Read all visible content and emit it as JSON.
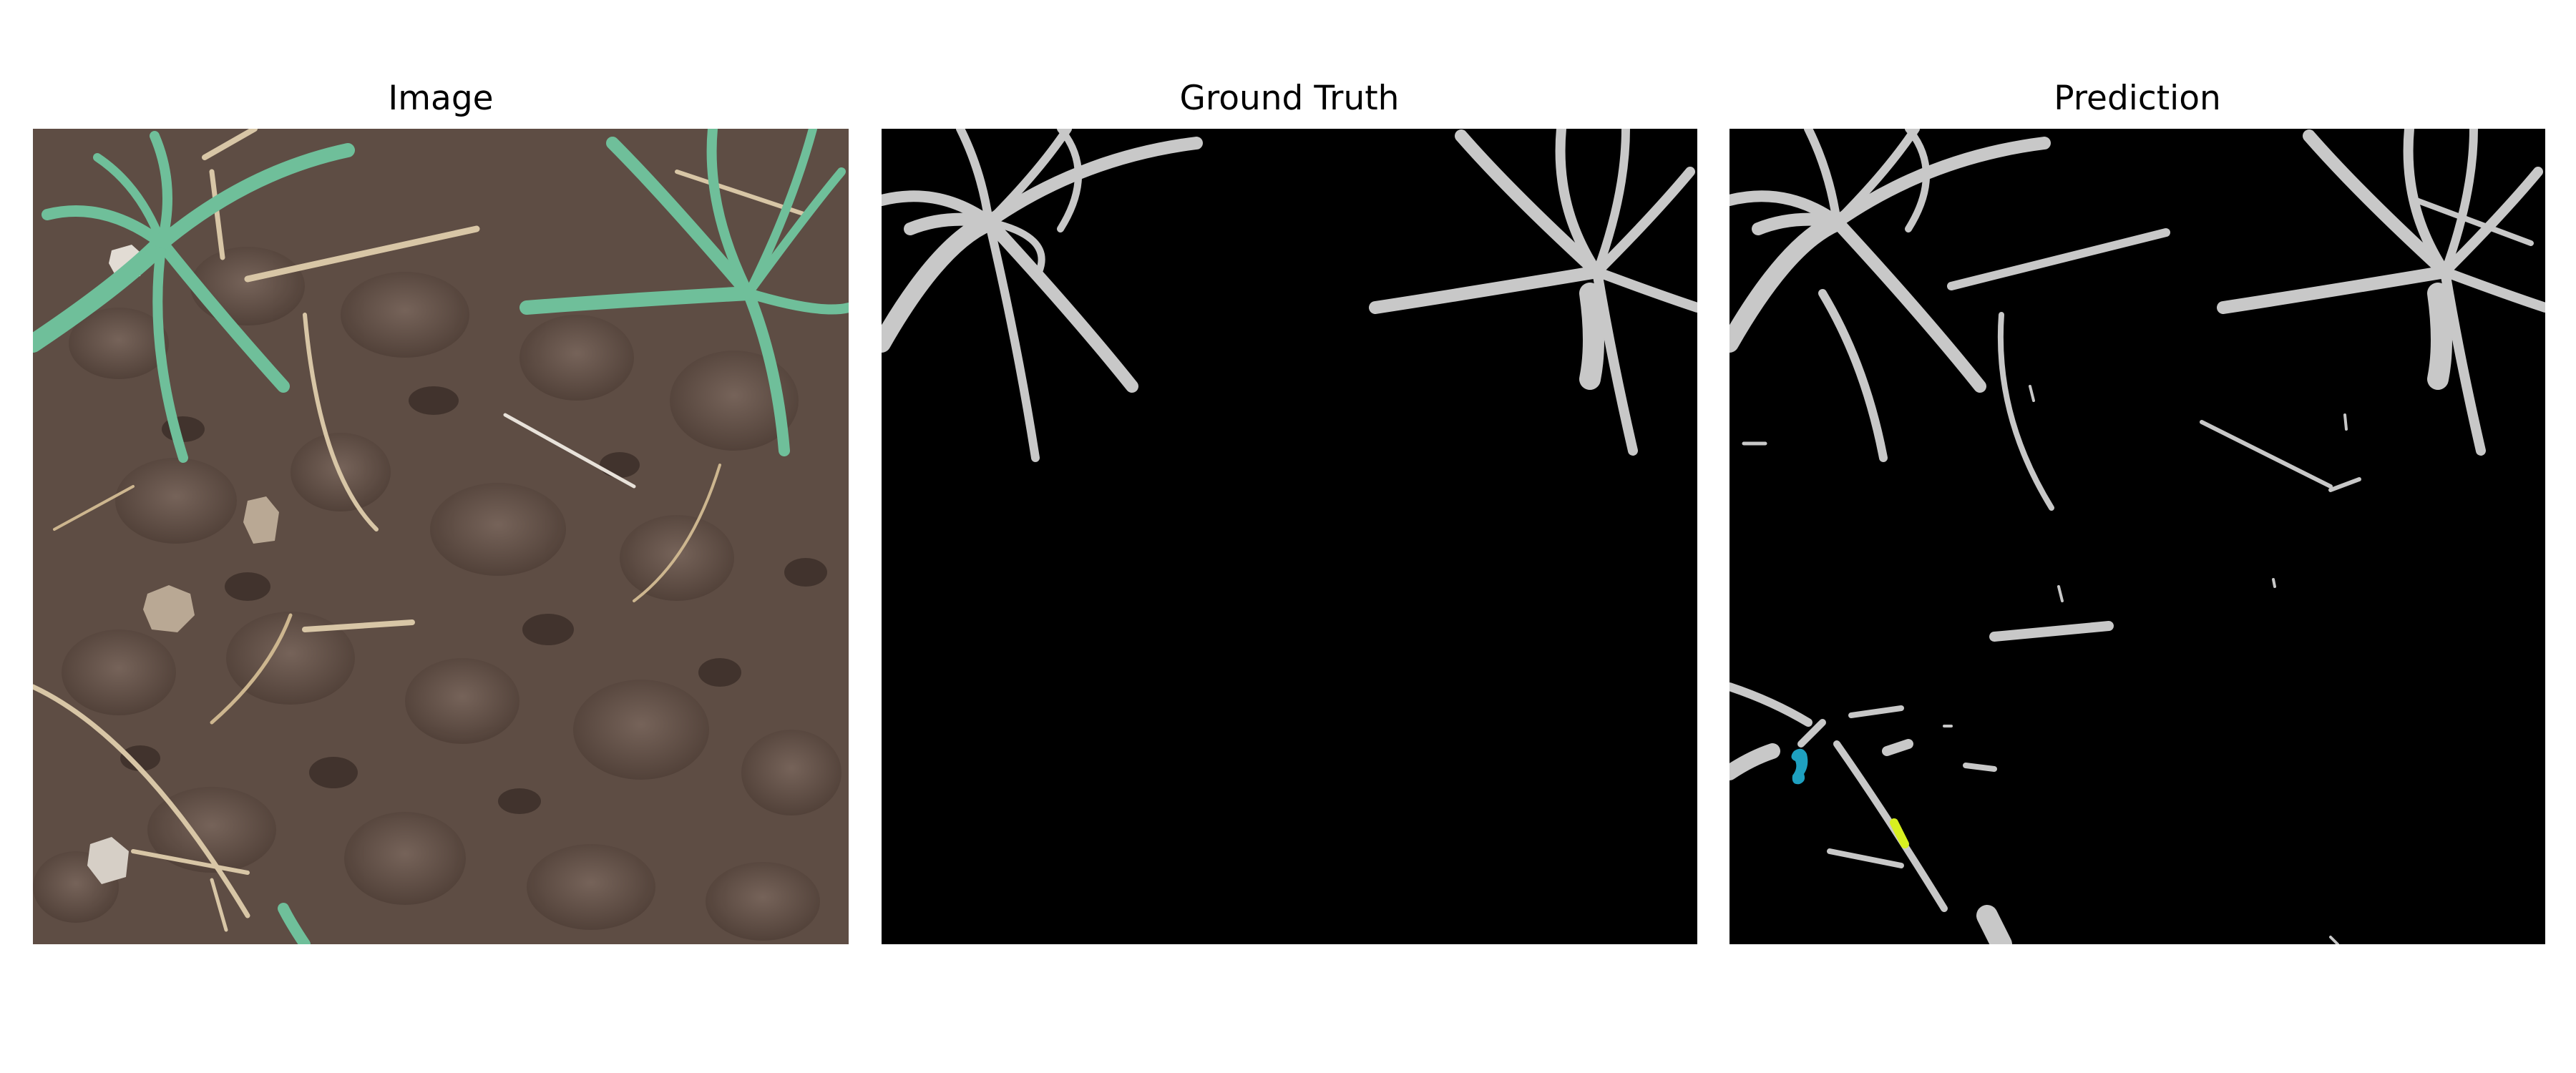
{
  "panels": [
    {
      "title": "Image"
    },
    {
      "title": "Ground Truth"
    },
    {
      "title": "Prediction"
    }
  ],
  "colors": {
    "background": "#ffffff",
    "mask_background": "#000000",
    "plant_class": "#c8c8c8",
    "class_cyan": "#1ea0c0",
    "class_yellow": "#d8f020",
    "soil": "#5e4d44",
    "leaf": "#6fbf9a"
  }
}
